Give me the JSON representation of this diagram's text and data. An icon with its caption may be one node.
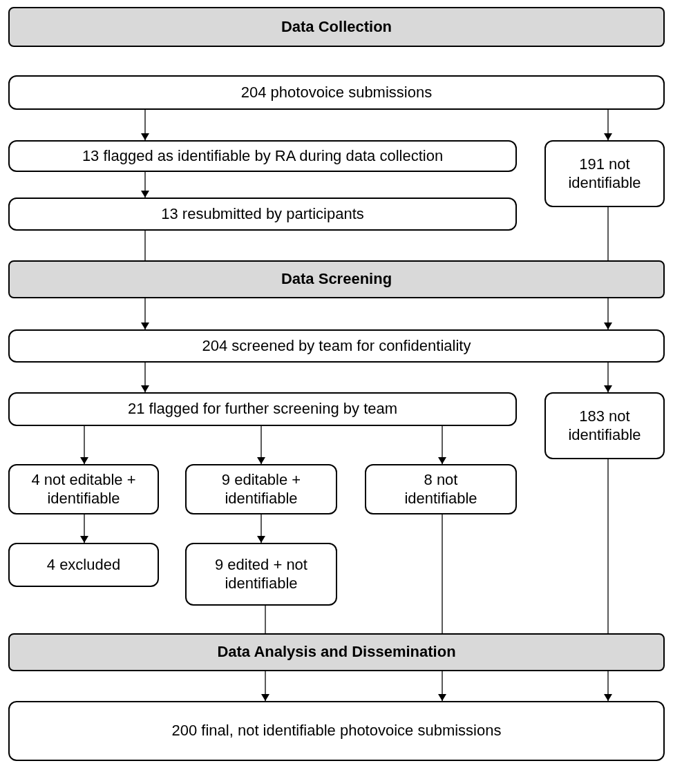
{
  "diagram": {
    "nodes": [
      {
        "text": [
          "Data Collection"
        ]
      },
      {
        "text": [
          "204 photovoice submissions"
        ]
      },
      {
        "text": [
          "13 flagged as identifiable by RA during data collection"
        ]
      },
      {
        "text": [
          "191 not identifiable"
        ]
      },
      {
        "text": [
          "13 resubmitted by participants"
        ]
      },
      {
        "text": [
          "Data Screening"
        ]
      },
      {
        "text": [
          "204 screened by team for confidentiality"
        ]
      },
      {
        "text": [
          "21 flagged for further screening by team"
        ]
      },
      {
        "text": [
          "183 not identifiable"
        ]
      },
      {
        "text": [
          "4 not editable + identifiable"
        ]
      },
      {
        "text": [
          "9 editable + identifiable"
        ]
      },
      {
        "text": [
          "8 not identifiable"
        ]
      },
      {
        "text": [
          "4 excluded"
        ]
      },
      {
        "text": [
          "9 edited + not identifiable"
        ]
      },
      {
        "text": [
          "Data Analysis and Dissemination"
        ]
      },
      {
        "text": [
          "200 final, not identifiable photovoice submissions"
        ]
      }
    ],
    "edges": [
      {
        "from": 1,
        "to": 2,
        "arrow": "to"
      },
      {
        "from": 1,
        "to": 3,
        "arrow": "to"
      },
      {
        "from": 2,
        "to": 4,
        "arrow": "to"
      },
      {
        "from": 4,
        "to": 5,
        "arrow": "none"
      },
      {
        "from": 3,
        "to": 5,
        "arrow": "none"
      },
      {
        "from": 5,
        "to": 6,
        "arrow": "to"
      },
      {
        "from": 5,
        "to": 6,
        "arrow": "to"
      },
      {
        "from": 6,
        "to": 7,
        "arrow": "to"
      },
      {
        "from": 6,
        "to": 8,
        "arrow": "to"
      },
      {
        "from": 7,
        "to": 9,
        "arrow": "to"
      },
      {
        "from": 7,
        "to": 10,
        "arrow": "to"
      },
      {
        "from": 7,
        "to": 11,
        "arrow": "to"
      },
      {
        "from": 9,
        "to": 12,
        "arrow": "to"
      },
      {
        "from": 10,
        "to": 13,
        "arrow": "to"
      },
      {
        "from": 13,
        "to": 14,
        "arrow": "none"
      },
      {
        "from": 11,
        "to": 14,
        "arrow": "none"
      },
      {
        "from": 8,
        "to": 14,
        "arrow": "none"
      },
      {
        "from": 14,
        "to": 15,
        "arrow": "to"
      },
      {
        "from": 14,
        "to": 15,
        "arrow": "to"
      },
      {
        "from": 14,
        "to": 15,
        "arrow": "to"
      }
    ]
  }
}
